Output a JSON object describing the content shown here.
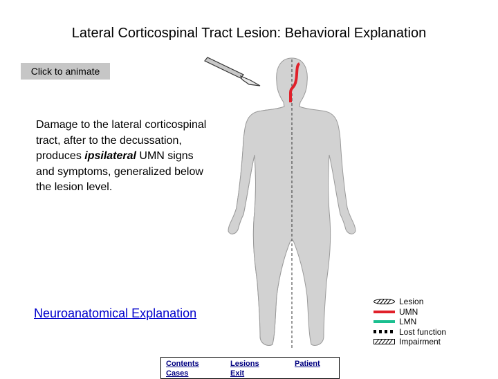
{
  "title": "Lateral Corticospinal Tract Lesion: Behavioral Explanation",
  "animate_button": "Click to animate",
  "description": {
    "part1": "Damage to the lateral corticospinal tract, after to the decussation, produces ",
    "emphasis": "ipsilateral",
    "part2": " UMN signs and symptoms, generalized below the lesion level."
  },
  "explanation_link": "Neuroanatomical Explanation",
  "legend": {
    "items": [
      {
        "label": "Lesion",
        "swatch": "lesion-hatch"
      },
      {
        "label": "UMN",
        "color": "#e0202a"
      },
      {
        "label": "LMN",
        "color": "#1abf8f"
      },
      {
        "label": "Lost function",
        "swatch": "dotted"
      },
      {
        "label": "Impairment",
        "swatch": "diagonal-hatch"
      }
    ]
  },
  "nav": {
    "contents": "Contents",
    "lesions": "Lesions",
    "patient": "Patient",
    "cases": "Cases",
    "exit": "Exit"
  },
  "colors": {
    "umn": "#e0202a",
    "lmn": "#1abf8f",
    "body_gray": "#d2d2d2",
    "link_blue": "#0000cc"
  }
}
